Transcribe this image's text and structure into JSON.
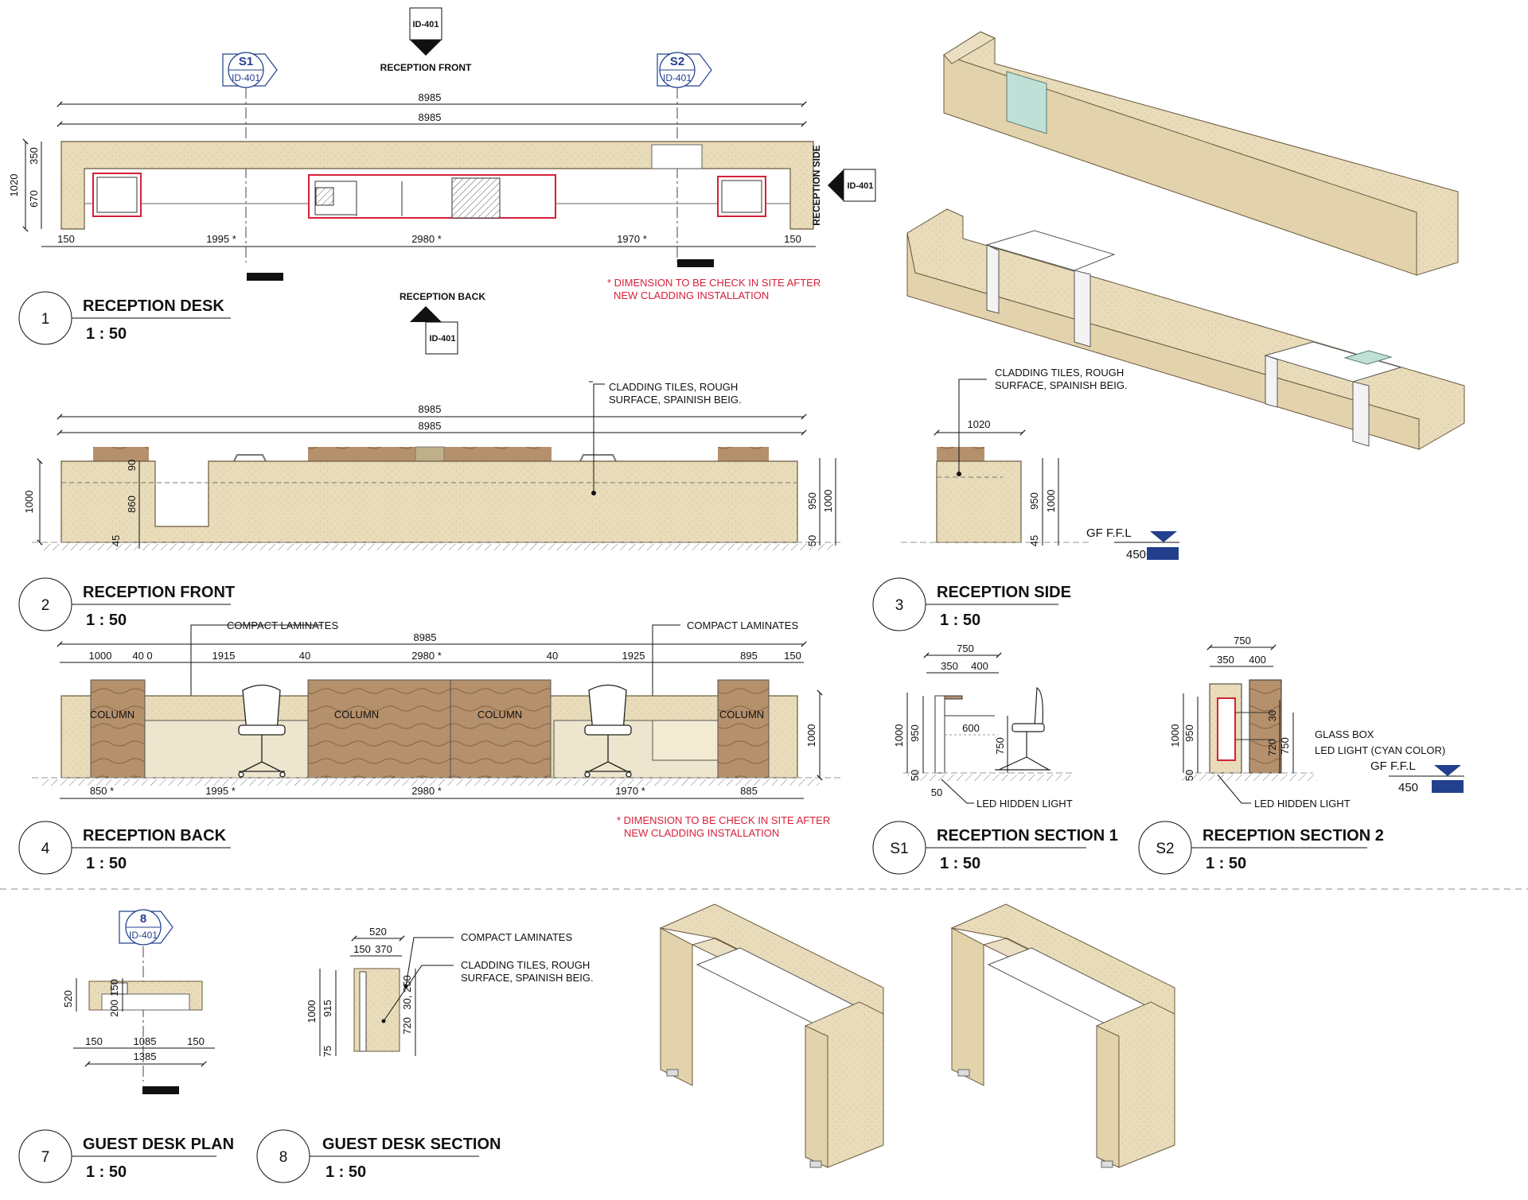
{
  "colors": {
    "cladding": "#e9dcba",
    "cladding_dark": "#d8c79f",
    "wood": "#b5906c",
    "red_line": "#d6203a",
    "marker_blue": "#23408e",
    "glass": "#bfe0d6",
    "ink": "#111111"
  },
  "views": {
    "v1": {
      "num": "1",
      "title": "RECEPTION DESK",
      "scale": "1 : 50"
    },
    "v2": {
      "num": "2",
      "title": "RECEPTION FRONT",
      "scale": "1 : 50"
    },
    "v3": {
      "num": "3",
      "title": "RECEPTION SIDE",
      "scale": "1 : 50"
    },
    "v4": {
      "num": "4",
      "title": "RECEPTION BACK",
      "scale": "1 : 50"
    },
    "s1": {
      "num": "S1",
      "title": "RECEPTION SECTION 1",
      "scale": "1 : 50"
    },
    "s2": {
      "num": "S2",
      "title": "RECEPTION SECTION 2",
      "scale": "1 : 50"
    },
    "v7": {
      "num": "7",
      "title": "GUEST DESK PLAN",
      "scale": "1 : 50"
    },
    "v8": {
      "num": "8",
      "title": "GUEST DESK SECTION",
      "scale": "1 : 50"
    }
  },
  "markers": {
    "front": {
      "ref": "ID-401",
      "label": "RECEPTION FRONT"
    },
    "back": {
      "ref": "ID-401",
      "label": "RECEPTION BACK"
    },
    "side": {
      "ref": "ID-401",
      "label": "RECEPTION SIDE"
    },
    "sec1": {
      "id": "S1",
      "ref": "ID-401"
    },
    "sec2": {
      "id": "S2",
      "ref": "ID-401"
    },
    "sec8": {
      "id": "8",
      "ref": "ID-401"
    }
  },
  "plan1": {
    "total_a": "8985",
    "total_b": "8985",
    "left_end": "150",
    "seg1": "1995 *",
    "seg2": "2980 *",
    "seg3": "1970 *",
    "right_end": "150",
    "height_total": "1020",
    "height_top": "350",
    "height_bot": "670",
    "note_line1": "* DIMENSION TO BE CHECK IN SITE AFTER",
    "note_line2": "NEW CLADDING INSTALLATION"
  },
  "front2": {
    "total_a": "8985",
    "total_b": "8985",
    "note_line1": "CLADDING TILES, ROUGH",
    "note_line2": "SURFACE, SPAINISH BEIG.",
    "left_h": "1000",
    "h90": "90",
    "h860": "860",
    "h45": "45",
    "right_950": "950",
    "right_1000": "1000",
    "right_50": "50"
  },
  "side3": {
    "note_line1": "CLADDING TILES, ROUGH",
    "note_line2": "SURFACE, SPAINISH BEIG.",
    "width": "1020",
    "h950": "950",
    "h1000": "1000",
    "h45": "45",
    "level_label": "GF   F.F.L",
    "level_value": "450"
  },
  "back4": {
    "label_left": "COMPACT LAMINATES",
    "label_right": "COMPACT LAMINATES",
    "total": "8985",
    "top_dims": [
      "1000",
      "40 0",
      "1915",
      "40",
      "2980 *",
      "40",
      "1925",
      "895",
      "150"
    ],
    "bottom_dims": [
      "850 *",
      "1995 *",
      "2980 *",
      "1970 *",
      "885"
    ],
    "column_label": "COLUMN",
    "right_h": "1000",
    "note_line1": "* DIMENSION TO BE CHECK IN SITE AFTER",
    "note_line2": "NEW CLADDING INSTALLATION"
  },
  "sec1_dims": {
    "w750": "750",
    "w350": "350",
    "w400": "400",
    "w600": "600",
    "h1000": "1000",
    "h950": "950",
    "h750": "750",
    "h50": "50",
    "w50": "50",
    "led": "LED HIDDEN LIGHT"
  },
  "sec2_dims": {
    "w750": "750",
    "w350": "350",
    "w400": "400",
    "h1000": "1000",
    "h950": "950",
    "h50": "50",
    "h30": "30",
    "h720": "720",
    "h750": "750",
    "glass": "GLASS BOX",
    "led_cyan": "LED LIGHT (CYAN COLOR)",
    "led": "LED HIDDEN LIGHT",
    "level_label": "GF   F.F.L",
    "level_value": "450"
  },
  "guest7": {
    "w150a": "150",
    "w1085": "1085",
    "w150b": "150",
    "w1385": "1385",
    "h520": "520",
    "h150": "150",
    "h200": "200"
  },
  "guest8": {
    "w520": "520",
    "w150": "150",
    "w370": "370",
    "h1000": "1000",
    "h915": "915",
    "h75": "75",
    "h30": "30",
    "h250": "250",
    "h720": "720",
    "label1": "COMPACT LAMINATES",
    "label2a": "CLADDING TILES, ROUGH",
    "label2b": "SURFACE, SPAINISH BEIG."
  }
}
